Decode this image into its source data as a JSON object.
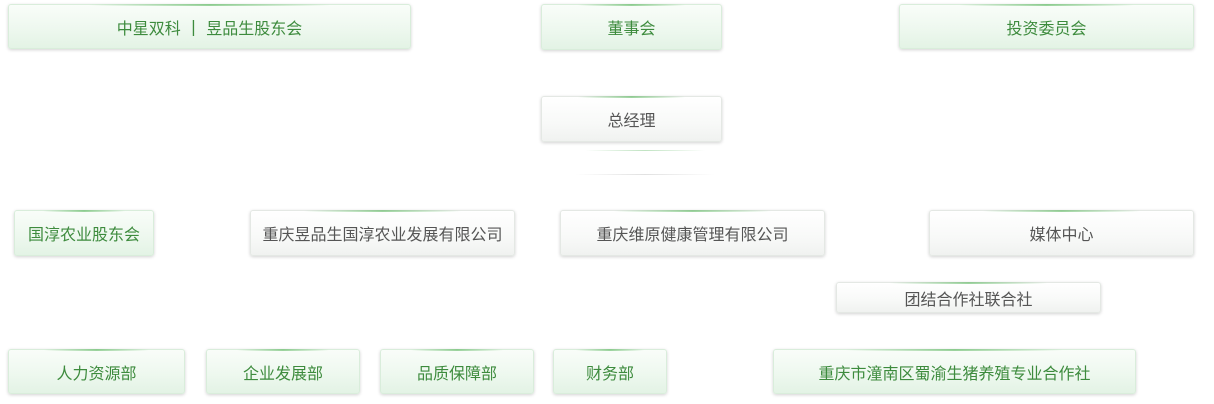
{
  "top_row": {
    "shareholders": {
      "left": "中星双科",
      "separator": "|",
      "right": "昱品生股东会"
    },
    "board": "董事会",
    "investment_committee": "投资委员会"
  },
  "general_manager": "总经理",
  "subsidiaries": {
    "guochun_shareholders": "国淳农业股东会",
    "yupinsheng_company": "重庆昱品生国淳农业发展有限公司",
    "weiyuan_company": "重庆维原健康管理有限公司",
    "media_center": "媒体中心"
  },
  "cooperative_alliance": "团结合作社联合社",
  "departments": {
    "hr": "人力资源部",
    "enterprise_development": "企业发展部",
    "quality_assurance": "品质保障部",
    "finance": "财务部",
    "pig_cooperative": "重庆市潼南区蜀渝生猪养殖专业合作社"
  }
}
